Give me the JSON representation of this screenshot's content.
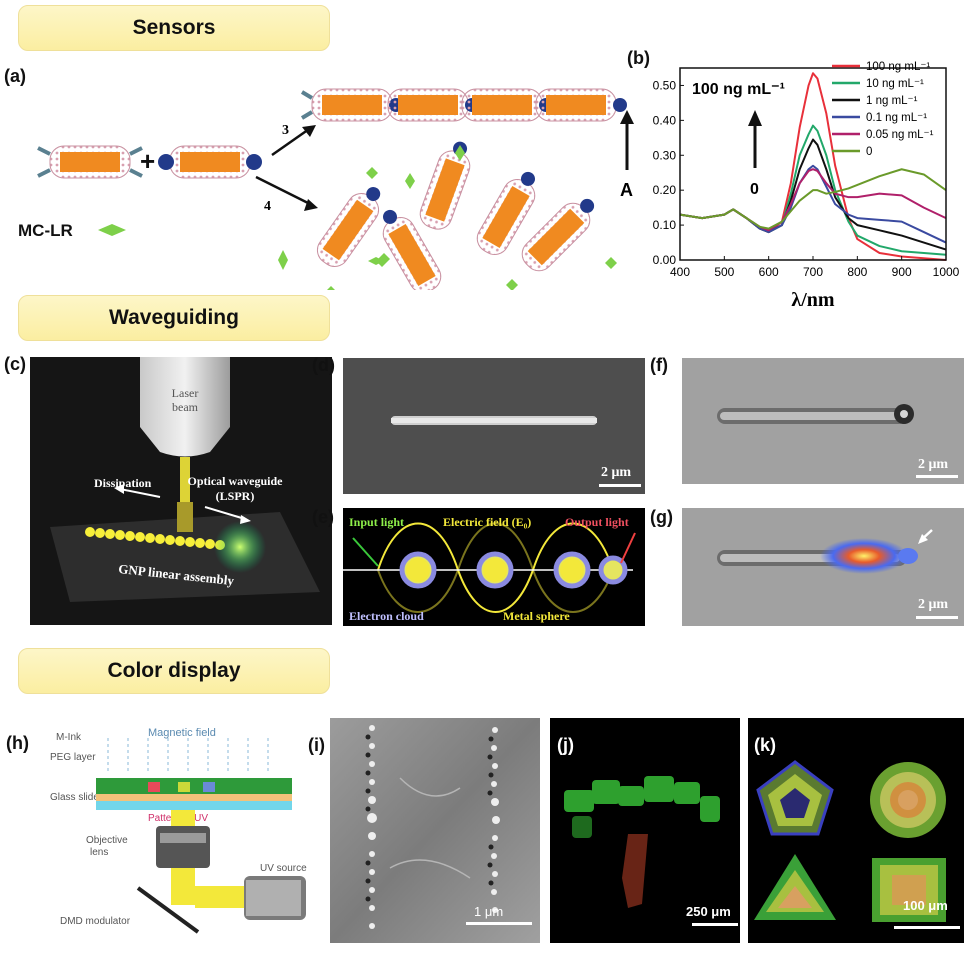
{
  "sections": {
    "sensors": "Sensors",
    "waveguiding": "Waveguiding",
    "color_display": "Color display"
  },
  "panel_labels": {
    "a": "(a)",
    "b": "(b)",
    "c": "(c)",
    "d": "(d)",
    "e": "(e)",
    "f": "(f)",
    "g": "(g)",
    "h": "(h)",
    "i": "(i)",
    "j": "(j)",
    "k": "(k)"
  },
  "panel_a": {
    "step_3": "3",
    "step_4": "4",
    "plus": "+",
    "legend_label": "MC-LR"
  },
  "panel_c": {
    "laser": "Laser\nbeam",
    "dissipation": "Dissipation",
    "waveguide": "Optical waveguide\n(LSPR)",
    "assembly": "GNP linear assembly"
  },
  "panel_d": {
    "scale": "2 μm"
  },
  "panel_e": {
    "input": "Input light",
    "field": "Electric field (E₀)",
    "output": "Output light",
    "cloud": "Electron cloud",
    "sphere": "Metal sphere"
  },
  "panel_f": {
    "scale": "2 μm"
  },
  "panel_g": {
    "scale": "2 μm"
  },
  "panel_h": {
    "m_ink": "M-Ink",
    "magnetic": "Magnetic field",
    "peg": "PEG layer",
    "glass": "Glass slide",
    "patterned_uv": "Patterned UV",
    "objective": "Objective\nlens",
    "uv_source": "UV source",
    "dmd": "DMD modulator"
  },
  "panel_i": {
    "scale": "1 μm"
  },
  "panel_j": {
    "scale": "250 μm"
  },
  "panel_k": {
    "scale": "100 μm"
  },
  "chart_data": {
    "type": "line",
    "xlabel": "λ/nm",
    "ylabel": "A",
    "xlim": [
      400,
      1000
    ],
    "ylim": [
      0.0,
      0.55
    ],
    "xticks": [
      "400",
      "500",
      "600",
      "700",
      "800",
      "900",
      "1000"
    ],
    "yticks": [
      "0.00",
      "0.10",
      "0.20",
      "0.30",
      "0.40",
      "0.50"
    ],
    "annotation_top": "100 ng mL⁻¹",
    "annotation_bottom": "0",
    "legend_position": "top-right",
    "x": [
      400,
      450,
      500,
      520,
      550,
      580,
      600,
      630,
      650,
      670,
      690,
      700,
      710,
      730,
      750,
      780,
      800,
      850,
      900,
      950,
      1000
    ],
    "series": [
      {
        "name": "100 ng mL⁻¹",
        "color": "#e8303a",
        "values": [
          0.13,
          0.12,
          0.13,
          0.145,
          0.12,
          0.09,
          0.08,
          0.11,
          0.22,
          0.38,
          0.5,
          0.535,
          0.52,
          0.42,
          0.27,
          0.12,
          0.06,
          0.02,
          0.01,
          0.005,
          0.0
        ]
      },
      {
        "name": "10 ng mL⁻¹",
        "color": "#22a86a",
        "values": [
          0.13,
          0.12,
          0.13,
          0.145,
          0.12,
          0.09,
          0.08,
          0.1,
          0.19,
          0.3,
          0.36,
          0.385,
          0.37,
          0.3,
          0.2,
          0.11,
          0.07,
          0.04,
          0.025,
          0.02,
          0.015
        ]
      },
      {
        "name": "1 ng mL⁻¹",
        "color": "#111111",
        "values": [
          0.13,
          0.12,
          0.13,
          0.145,
          0.12,
          0.09,
          0.08,
          0.1,
          0.17,
          0.26,
          0.32,
          0.345,
          0.33,
          0.26,
          0.18,
          0.12,
          0.1,
          0.085,
          0.07,
          0.05,
          0.03
        ]
      },
      {
        "name": "0.1 ng mL⁻¹",
        "color": "#3a4aa0",
        "values": [
          0.13,
          0.12,
          0.13,
          0.145,
          0.12,
          0.09,
          0.08,
          0.1,
          0.15,
          0.22,
          0.26,
          0.27,
          0.26,
          0.21,
          0.16,
          0.13,
          0.12,
          0.115,
          0.11,
          0.08,
          0.05
        ]
      },
      {
        "name": "0.05 ng mL⁻¹",
        "color": "#b0206a",
        "values": [
          0.13,
          0.12,
          0.13,
          0.145,
          0.12,
          0.095,
          0.085,
          0.11,
          0.16,
          0.22,
          0.255,
          0.26,
          0.255,
          0.22,
          0.19,
          0.18,
          0.18,
          0.19,
          0.185,
          0.15,
          0.12
        ]
      },
      {
        "name": "0",
        "color": "#6a9a2a",
        "values": [
          0.13,
          0.12,
          0.13,
          0.145,
          0.12,
          0.095,
          0.09,
          0.11,
          0.14,
          0.17,
          0.19,
          0.2,
          0.2,
          0.19,
          0.195,
          0.205,
          0.215,
          0.24,
          0.26,
          0.245,
          0.2
        ]
      }
    ]
  }
}
